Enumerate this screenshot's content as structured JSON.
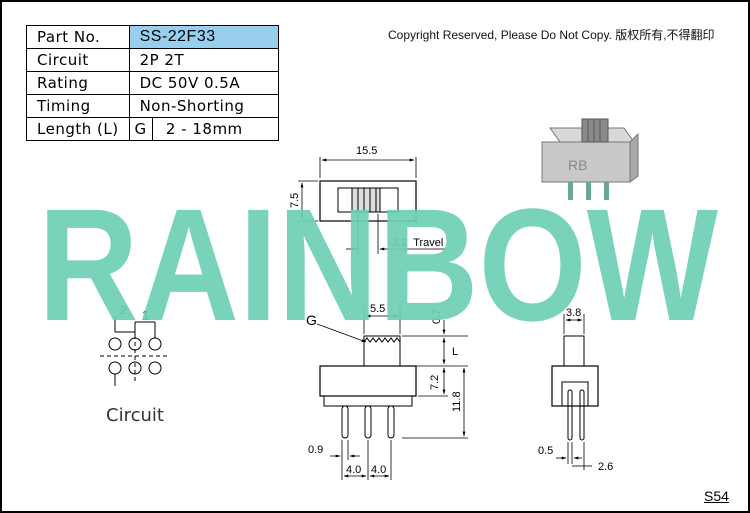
{
  "spec_table": {
    "rows": [
      {
        "label": "Part No.",
        "value": "SS-22F33"
      },
      {
        "label": "Circuit",
        "value": "2P 2T"
      },
      {
        "label": "Rating",
        "value": "DC 50V 0.5A"
      },
      {
        "label": "Timing",
        "value": "Non-Shorting"
      },
      {
        "label": "Length (L)",
        "value_code": "G",
        "value": "2 - 18mm"
      }
    ],
    "highlight_color": "#99cfee"
  },
  "copyright": "Copyright Reserved, Please Do Not Copy. 版权所有,不得翻印",
  "watermark": {
    "text": "RAINBOW",
    "color": "#6ecfb4"
  },
  "circuit": {
    "label": "Circuit",
    "pin_2": "2",
    "pin_1": "1"
  },
  "top_view": {
    "width": "15.5",
    "height": "7.5",
    "travel": "3.2  Travel"
  },
  "front_view": {
    "g_label": "G",
    "actuator_width": "5.5",
    "actuator_top": "0.7",
    "length_symbol": "L",
    "body_height": "7.2",
    "total_height": "11.8",
    "pin_width": "0.9",
    "pitch_1": "4.0",
    "pitch_2": "4.0"
  },
  "side_view": {
    "width": "3.8",
    "pin_width": "0.5",
    "pin_pitch": "2.6"
  },
  "photo": {
    "brand_mark": "RB"
  },
  "page_code": "S54"
}
